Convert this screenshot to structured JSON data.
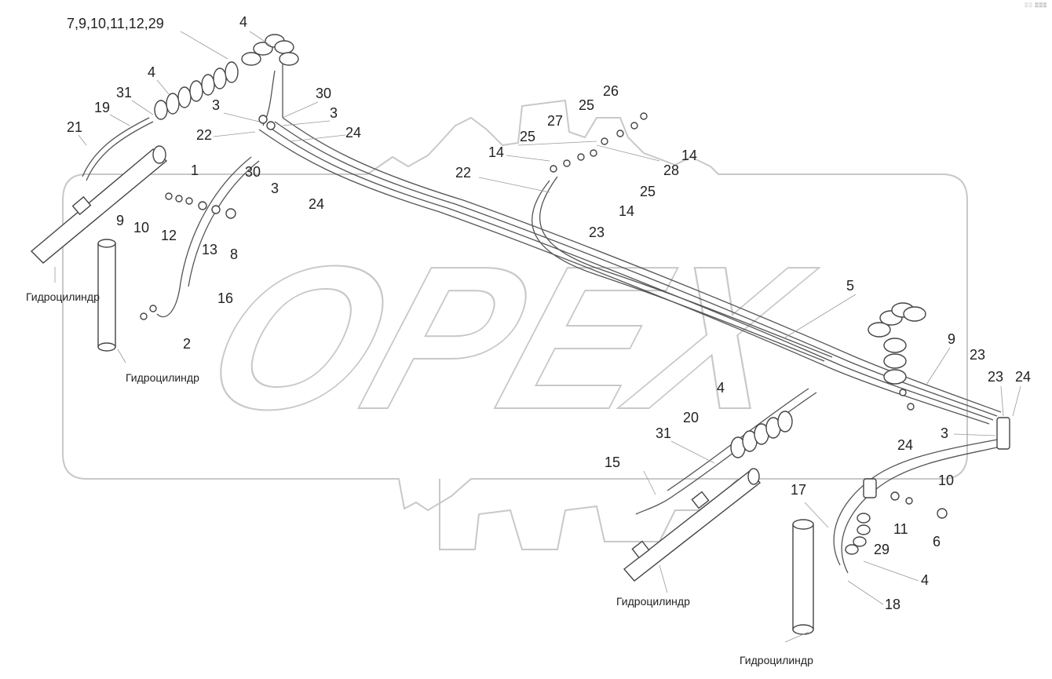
{
  "watermark": {
    "text": "OPEX"
  },
  "corner_mark": "░░ ▒▒▒",
  "captions": [
    "Гидроцилиндр",
    "Гидроцилиндр",
    "Гидроцилиндр",
    "Гидроцилиндр"
  ],
  "labels": [
    "7,9,10,11,12,29",
    "4",
    "4",
    "31",
    "19",
    "21",
    "3",
    "30",
    "3",
    "22",
    "24",
    "1",
    "30",
    "3",
    "24",
    "9",
    "10",
    "12",
    "13",
    "8",
    "16",
    "2",
    "26",
    "25",
    "27",
    "25",
    "14",
    "14",
    "28",
    "22",
    "25",
    "14",
    "23",
    "5",
    "9",
    "23",
    "23",
    "24",
    "4",
    "20",
    "31",
    "15",
    "3",
    "24",
    "10",
    "17",
    "11",
    "6",
    "29",
    "4",
    "18"
  ],
  "colors": {
    "line": "#444444",
    "watermark": "#c8c8c8",
    "text": "#222222"
  }
}
